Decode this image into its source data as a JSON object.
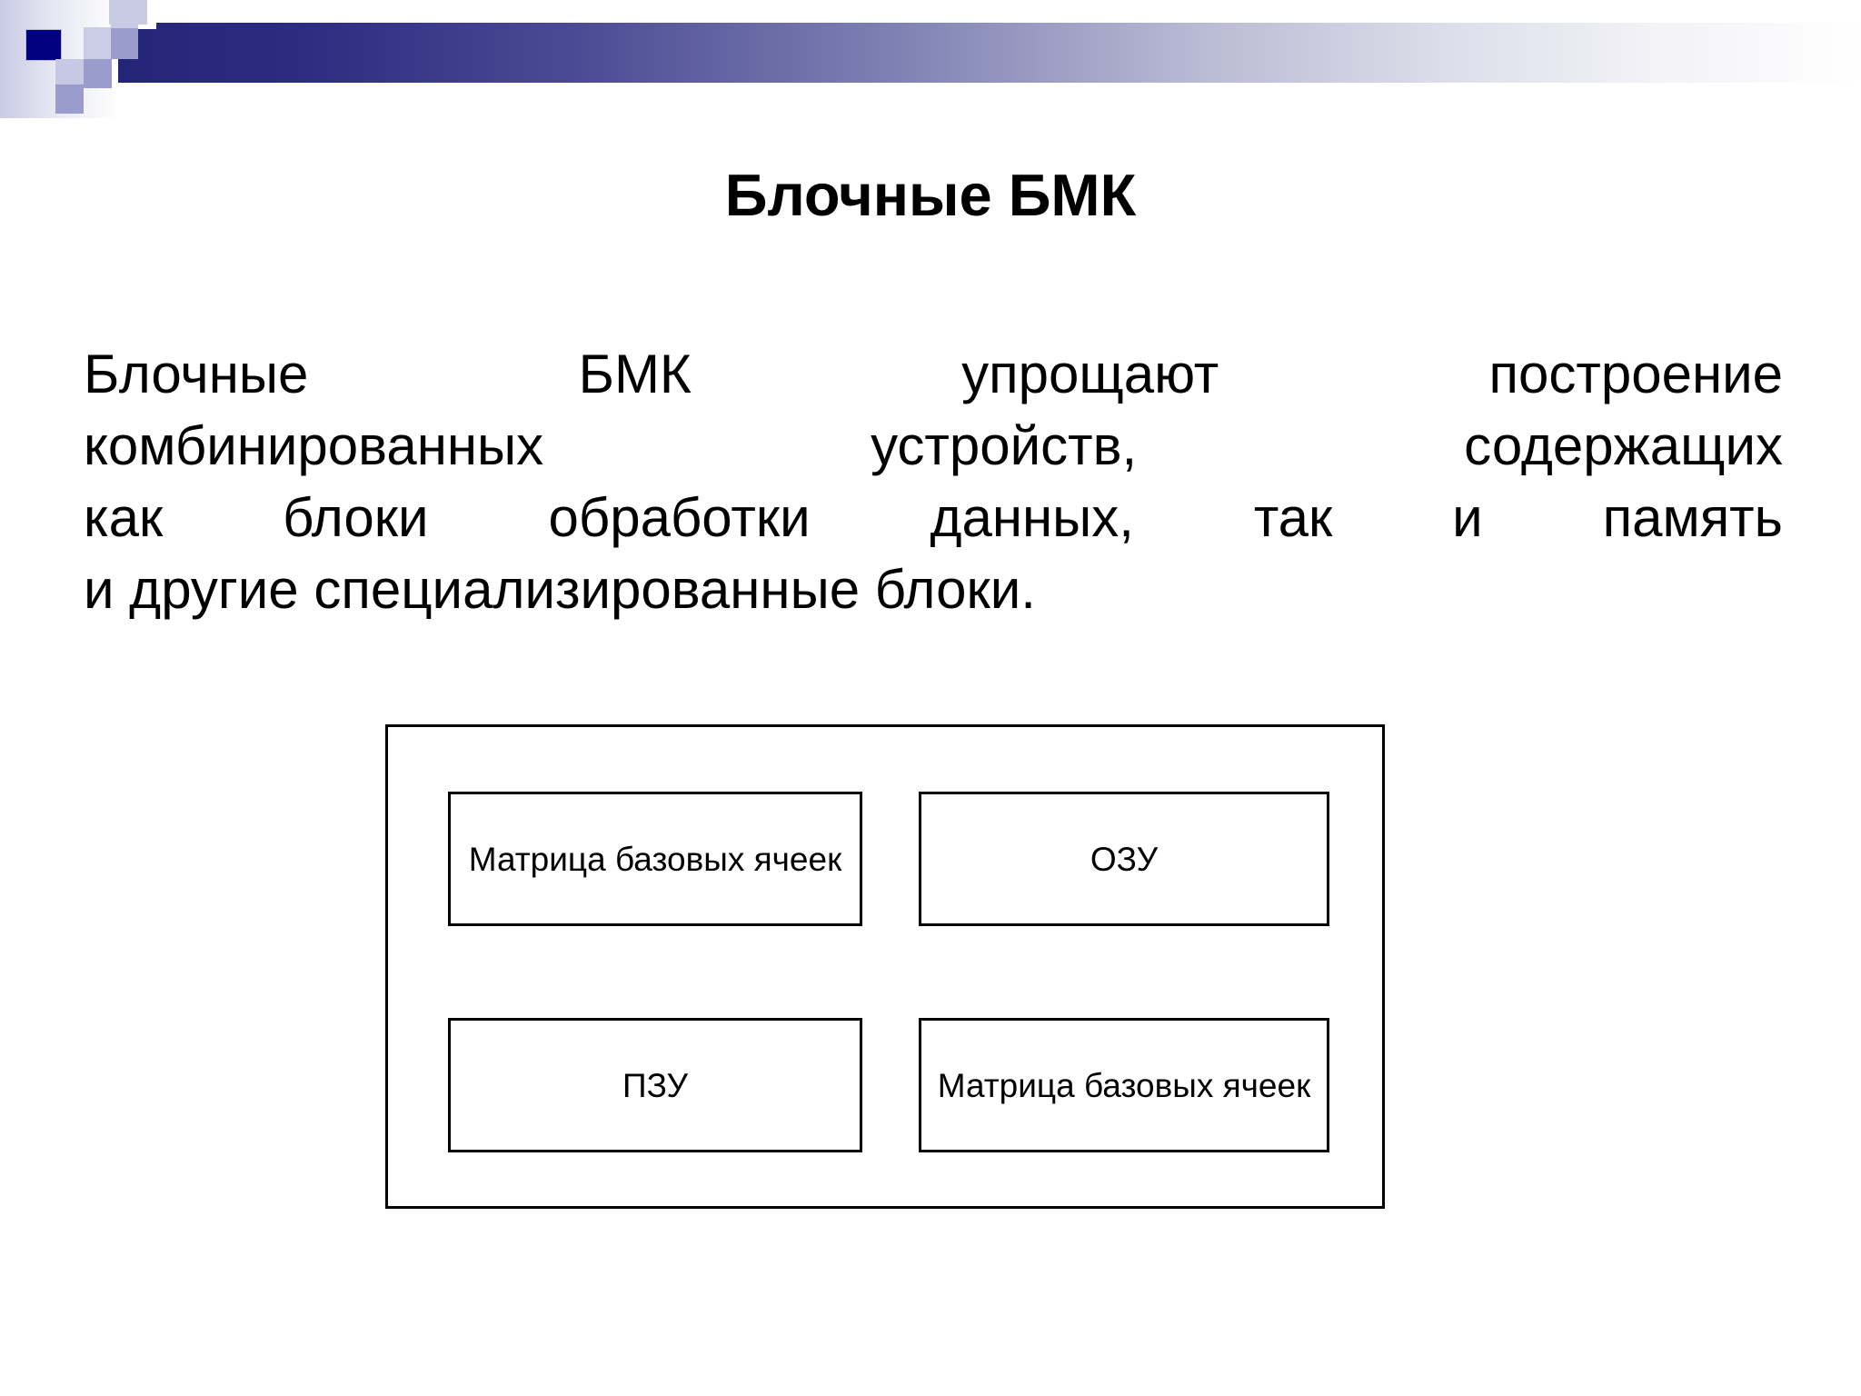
{
  "slide": {
    "title": "Блочные БМК",
    "body_lines": [
      [
        "Блочные",
        "БМК",
        "упрощают",
        "построение"
      ],
      [
        "комбинированных",
        "устройств,",
        "содержащих"
      ],
      [
        "как",
        "блоки",
        "обработки",
        "данных,",
        "так",
        "и",
        "память"
      ],
      [
        "и другие специализированные блоки."
      ]
    ],
    "body_text": "Блочные БМК упрощают построение комбинированных устройств, содержащих как блоки обработки данных, так и память и другие специализированные блоки."
  },
  "decoration": {
    "banner_gradient_from": "#2b2b80",
    "banner_gradient_to": "#ffffff",
    "accent_dark": "#000080",
    "accent_light": "#c6c8e4",
    "accent_mid": "#9a9ccd"
  },
  "diagram": {
    "outline_color": "#000000",
    "boxes": [
      {
        "id": "matrix-cells-top-left",
        "label": "Матрица базовых ячеек"
      },
      {
        "id": "ozu",
        "label": "ОЗУ"
      },
      {
        "id": "pzu",
        "label": "ПЗУ"
      },
      {
        "id": "matrix-cells-bottom-right",
        "label": "Матрица базовых ячеек"
      }
    ]
  }
}
